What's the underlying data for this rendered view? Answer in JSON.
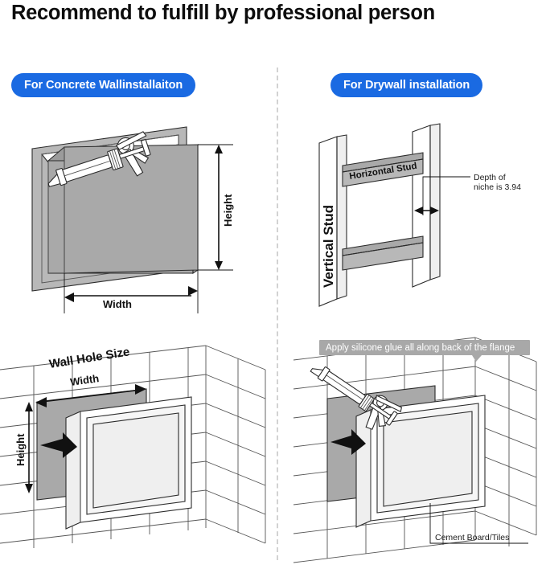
{
  "title": "Recommend to fulfill by professional person",
  "colors": {
    "pill_blue": "#1a6ae2",
    "pill_text": "#ffffff",
    "banner_gray": "#a8a8a8",
    "niche_gray": "#a9a9a9",
    "line": "#2b2b2b",
    "divider": "#d2d2d2",
    "title_text": "#0d0d0d"
  },
  "sections": {
    "left": {
      "pill_label": "For Concrete Wallinstallaiton",
      "top_diagram": {
        "name": "concrete-wall-niche-dimensions",
        "labels": {
          "height": "Height",
          "width": "Width"
        },
        "tool": "caulk-gun"
      },
      "bottom_diagram": {
        "name": "tiled-wall-hole-insertion",
        "labels": {
          "wall_hole_size": "Wall Hole Size",
          "width": "Width",
          "height": "Height"
        }
      }
    },
    "right": {
      "pill_label": "For Drywall installation",
      "top_diagram": {
        "name": "stud-framing-depth",
        "labels": {
          "vertical_stud": "Vertical Stud",
          "horizontal_stud": "Horizontal Stud",
          "depth_line1": "Depth of",
          "depth_line2": "niche is 3.94"
        }
      },
      "bottom_diagram": {
        "name": "silicone-glue-flange-installation",
        "labels": {
          "banner": "Apply silicone glue all along back of the flange",
          "cement_board": "Cement Board/Tiles"
        },
        "tool": "caulk-gun"
      }
    }
  }
}
